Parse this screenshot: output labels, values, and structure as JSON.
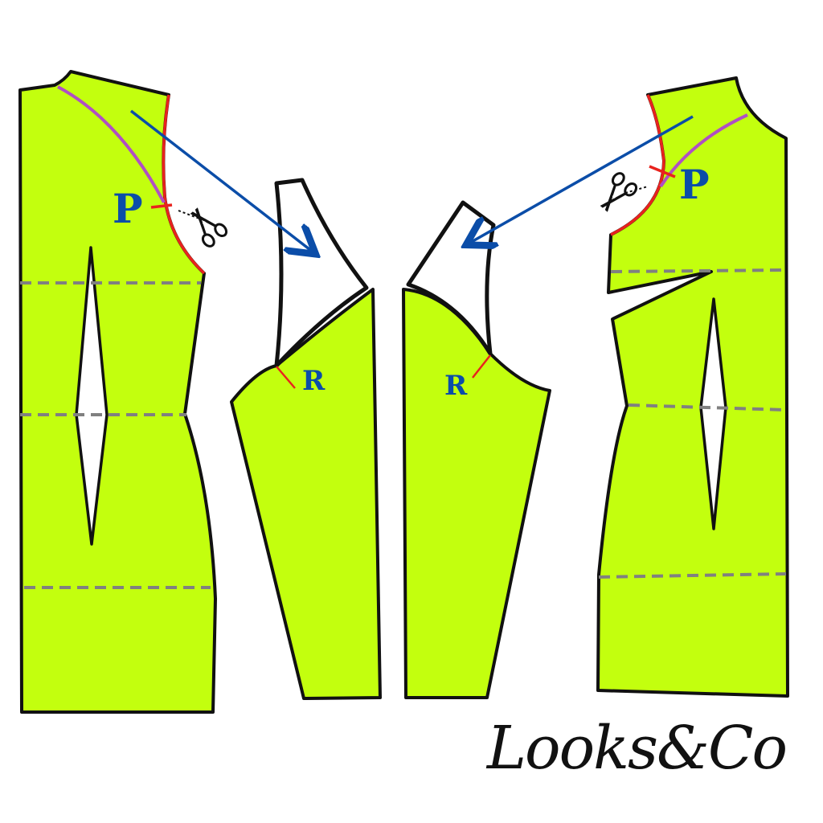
{
  "colors": {
    "fabric": "#c3ff0e",
    "outline": "#111111",
    "cut_line": "#e8231e",
    "style_line": "#b04fc4",
    "arrow": "#0b4da8",
    "dash": "#808080",
    "label": "#0b4da8"
  },
  "labels": {
    "front_point": "P",
    "back_point": "P",
    "sleeve_front_notch": "R",
    "sleeve_back_notch": "R"
  },
  "icons": {
    "front_cut": "scissors-icon",
    "back_cut": "scissors-icon"
  },
  "brand": {
    "logo_text": "Looks&Co"
  }
}
